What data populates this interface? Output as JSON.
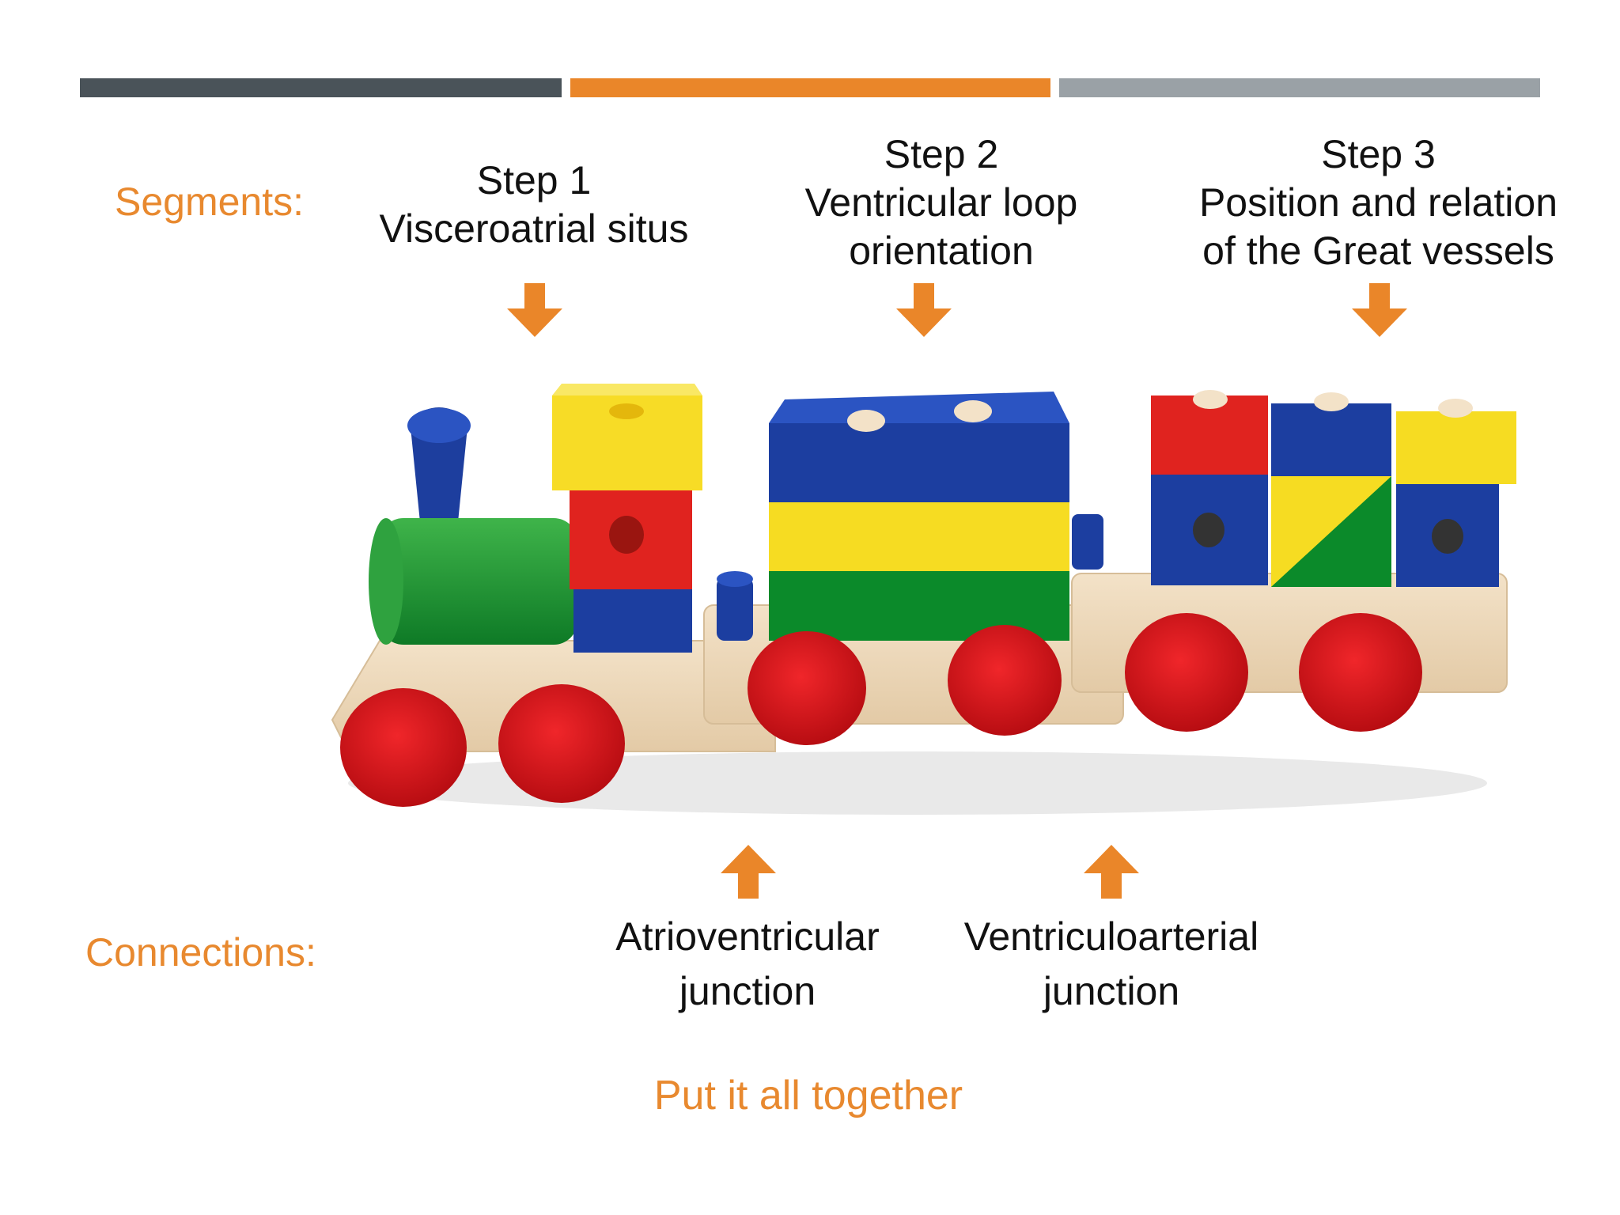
{
  "header_bars": {
    "colors": [
      "#4a5359",
      "#ea8629",
      "#9aa1a6"
    ]
  },
  "segments_label": "Segments:",
  "connections_label": "Connections:",
  "steps": [
    {
      "title": "Step 1",
      "lines": [
        "Visceroatrial situs"
      ]
    },
    {
      "title": "Step 2",
      "lines": [
        "Ventricular loop",
        "orientation"
      ]
    },
    {
      "title": "Step 3",
      "lines": [
        "Position and relation",
        "of the Great vessels"
      ]
    }
  ],
  "junctions": [
    {
      "lines": [
        "Atrioventricular",
        "junction"
      ]
    },
    {
      "lines": [
        "Ventriculoarterial",
        "junction"
      ]
    }
  ],
  "footer": "Put it all together",
  "icons": {
    "down_arrow": "arrow-down-icon",
    "up_arrow": "arrow-up-icon"
  },
  "colors": {
    "accent": "#e8892f",
    "text": "#111111",
    "arrow": "#ea8629"
  }
}
